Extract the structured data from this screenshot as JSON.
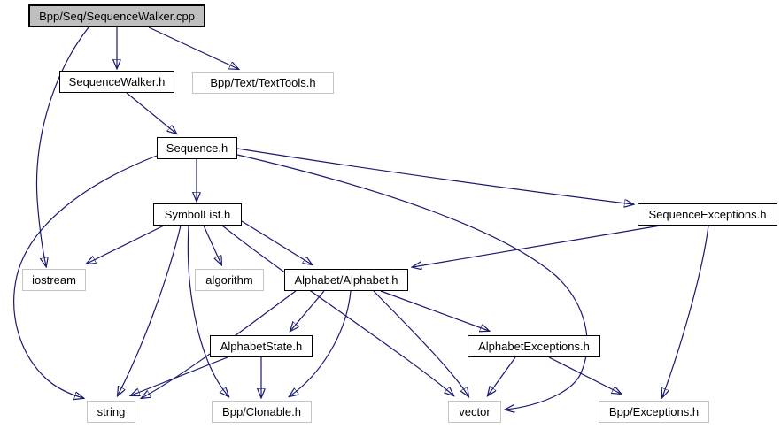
{
  "diagram": {
    "type": "include-dependency-graph",
    "colors": {
      "edge": "#191970",
      "main_node_fill": "#bfbfbf",
      "documented_node_border": "#000000",
      "external_node_border": "#c4c4c4",
      "background": "#ffffff",
      "text": "#000000"
    },
    "nodes": [
      {
        "id": "cpp",
        "label": "Bpp/Seq/SequenceWalker.cpp",
        "type": "main"
      },
      {
        "id": "sequencewalker-h",
        "label": "SequenceWalker.h",
        "type": "documented"
      },
      {
        "id": "texttools-h",
        "label": "Bpp/Text/TextTools.h",
        "type": "external"
      },
      {
        "id": "sequence-h",
        "label": "Sequence.h",
        "type": "documented"
      },
      {
        "id": "symbollist-h",
        "label": "SymbolList.h",
        "type": "documented"
      },
      {
        "id": "sequenceexceptions-h",
        "label": "SequenceExceptions.h",
        "type": "documented"
      },
      {
        "id": "iostream",
        "label": "iostream",
        "type": "external"
      },
      {
        "id": "algorithm",
        "label": "algorithm",
        "type": "external"
      },
      {
        "id": "alphabet-h",
        "label": "Alphabet/Alphabet.h",
        "type": "documented"
      },
      {
        "id": "alphabetstate-h",
        "label": "AlphabetState.h",
        "type": "documented"
      },
      {
        "id": "alphabetexceptions-h",
        "label": "AlphabetExceptions.h",
        "type": "documented"
      },
      {
        "id": "string",
        "label": "string",
        "type": "external"
      },
      {
        "id": "clonable-h",
        "label": "Bpp/Clonable.h",
        "type": "external"
      },
      {
        "id": "vector",
        "label": "vector",
        "type": "external"
      },
      {
        "id": "exceptions-h",
        "label": "Bpp/Exceptions.h",
        "type": "external"
      }
    ],
    "edges": [
      {
        "from": "cpp",
        "to": "sequencewalker-h"
      },
      {
        "from": "cpp",
        "to": "texttools-h"
      },
      {
        "from": "cpp",
        "to": "iostream"
      },
      {
        "from": "sequencewalker-h",
        "to": "sequence-h"
      },
      {
        "from": "sequence-h",
        "to": "symbollist-h"
      },
      {
        "from": "sequence-h",
        "to": "sequenceexceptions-h"
      },
      {
        "from": "sequence-h",
        "to": "string"
      },
      {
        "from": "sequence-h",
        "to": "vector"
      },
      {
        "from": "symbollist-h",
        "to": "iostream"
      },
      {
        "from": "symbollist-h",
        "to": "algorithm"
      },
      {
        "from": "symbollist-h",
        "to": "alphabet-h"
      },
      {
        "from": "symbollist-h",
        "to": "string"
      },
      {
        "from": "symbollist-h",
        "to": "clonable-h"
      },
      {
        "from": "symbollist-h",
        "to": "vector"
      },
      {
        "from": "sequenceexceptions-h",
        "to": "alphabet-h"
      },
      {
        "from": "sequenceexceptions-h",
        "to": "exceptions-h"
      },
      {
        "from": "alphabet-h",
        "to": "alphabetstate-h"
      },
      {
        "from": "alphabet-h",
        "to": "alphabetexceptions-h"
      },
      {
        "from": "alphabet-h",
        "to": "string"
      },
      {
        "from": "alphabet-h",
        "to": "clonable-h"
      },
      {
        "from": "alphabet-h",
        "to": "vector"
      },
      {
        "from": "alphabetstate-h",
        "to": "string"
      },
      {
        "from": "alphabetstate-h",
        "to": "clonable-h"
      },
      {
        "from": "alphabetexceptions-h",
        "to": "vector"
      },
      {
        "from": "alphabetexceptions-h",
        "to": "exceptions-h"
      }
    ]
  }
}
